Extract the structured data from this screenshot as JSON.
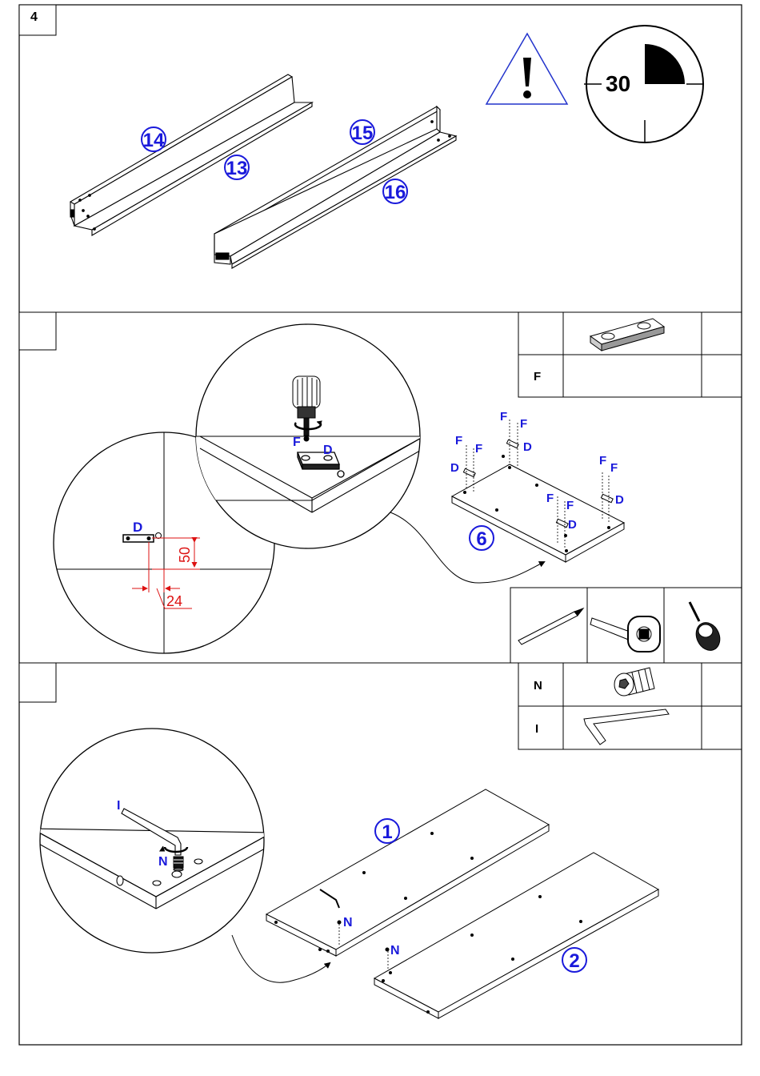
{
  "steps": [
    {
      "number": "4",
      "part_numbers": [
        "14",
        "13",
        "15",
        "16"
      ],
      "time_minutes": "30",
      "warning_icon": "warning-triangle-icon",
      "clock_icon": "clock-30-min-icon"
    },
    {
      "number": "",
      "part_number": "6",
      "hardware": [
        {
          "code": "",
          "icon": "cam-plate-icon"
        },
        {
          "code": "F",
          "icon": ""
        }
      ],
      "labels": {
        "D": "D",
        "F": "F"
      },
      "dimensions": {
        "vertical": "50",
        "horizontal": "24"
      },
      "tools": [
        "pencil-icon",
        "tape-measure-icon",
        "screwdriver-icon"
      ]
    },
    {
      "number": "",
      "part_numbers": [
        "1",
        "2"
      ],
      "hardware": [
        {
          "code": "N",
          "icon": "insert-nut-icon"
        },
        {
          "code": "I",
          "icon": "hex-key-icon"
        }
      ],
      "labels": {
        "N": "N",
        "I": "I"
      }
    }
  ],
  "colors": {
    "label": "#1a1adb",
    "dimension": "#dd1111",
    "line": "#000000",
    "warning": "#2233cc"
  }
}
